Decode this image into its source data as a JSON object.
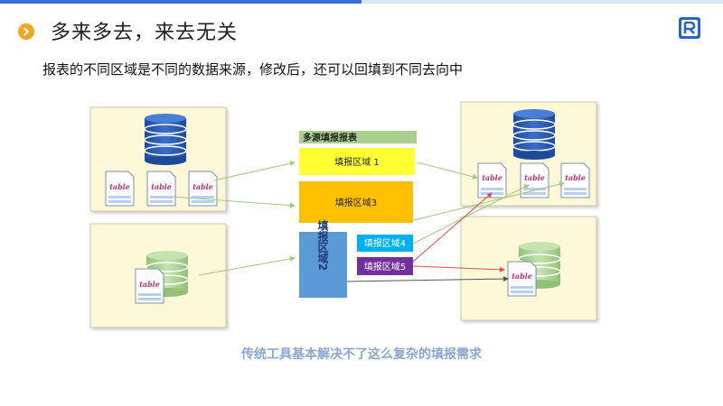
{
  "header": {
    "title": "多来多去，来去无关",
    "subtitle": "报表的不同区域是不同的数据来源，修改后，还可以回填到不同去向中"
  },
  "diagram": {
    "table_label": "table",
    "report_title": "多源填报报表",
    "zone1": "填报区域 1",
    "zone3": "填报区域3",
    "zone2": "填报区域2",
    "zone4": "填报区域4",
    "zone5": "填报区域5"
  },
  "footer": {
    "note": "传统工具基本解决不了这么复杂的填报需求"
  },
  "colors": {
    "accent_blue": "#3b6fd1",
    "bullet_orange": "#f2a51e",
    "panel_bg": "#fdf9d8",
    "zone_yellow": "#ffff33",
    "zone_orange": "#ffc000",
    "zone_blue": "#5b9bd5",
    "zone_cyan": "#00b0f0",
    "zone_purple": "#7030a0",
    "db_blue": "#2e5aa8",
    "db_green": "#a9d08e"
  }
}
